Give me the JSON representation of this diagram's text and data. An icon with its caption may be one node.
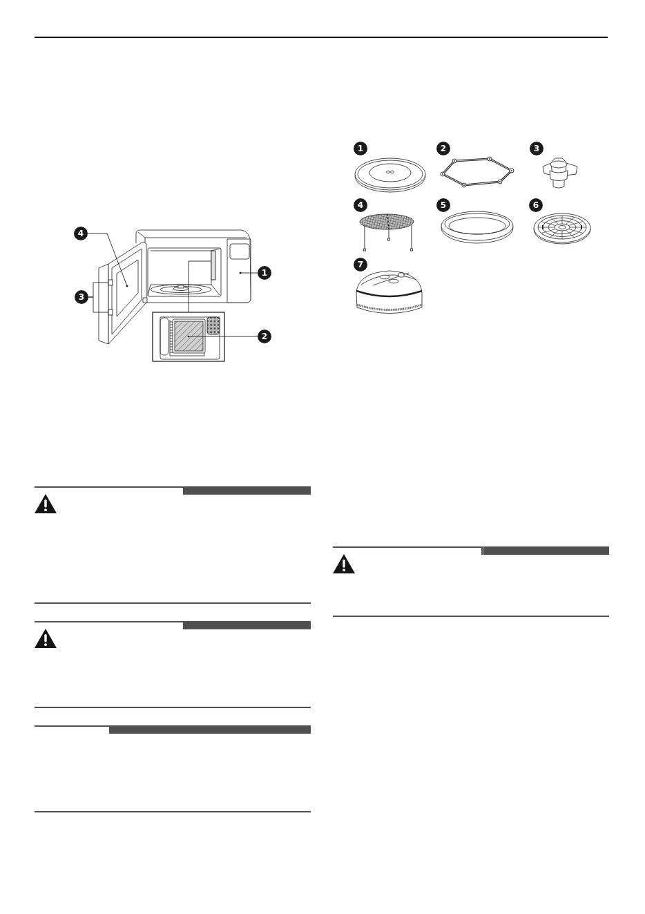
{
  "diagram": {
    "nodes": [
      {
        "text": [
          "4"
        ]
      },
      {
        "text": [
          "3"
        ]
      },
      {
        "text": [
          "1"
        ]
      },
      {
        "text": [
          "2"
        ]
      },
      {
        "text": [],
        "shape": "picture"
      },
      {
        "text": [],
        "shape": "picture",
        "in": 4
      },
      {
        "text": [],
        "shape": "box",
        "in": 4
      },
      {
        "text": [],
        "shape": "box",
        "in": 4
      },
      {
        "text": [],
        "shape": "picture",
        "in": 4
      },
      {
        "text": [],
        "shape": "box",
        "in": 4
      },
      {
        "text": [],
        "shape": "box"
      },
      {
        "text": [],
        "shape": "picture",
        "in": 10
      },
      {
        "text": [
          "1"
        ]
      },
      {
        "text": [
          "2"
        ]
      },
      {
        "text": [
          "3"
        ]
      },
      {
        "text": [
          "4"
        ]
      },
      {
        "text": [
          "5"
        ]
      },
      {
        "text": [
          "6"
        ]
      },
      {
        "text": [
          "7"
        ]
      }
    ],
    "edges": [
      {
        "from": 0,
        "to": 5,
        "arrow": "none"
      },
      {
        "from": 1,
        "to": 6,
        "arrow": "none"
      },
      {
        "from": 1,
        "to": 7,
        "arrow": "none"
      },
      {
        "from": 2,
        "to": 8,
        "arrow": "none"
      },
      {
        "from": 10,
        "to": 9,
        "arrow": "none"
      },
      {
        "from": 3,
        "to": 11,
        "arrow": "none"
      }
    ]
  }
}
